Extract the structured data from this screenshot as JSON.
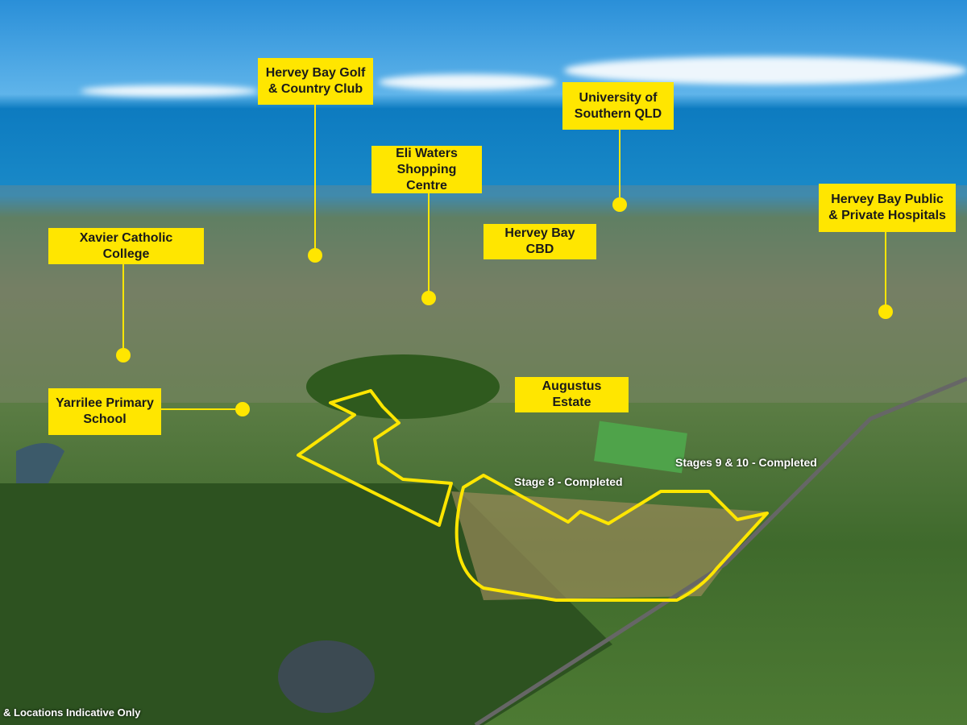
{
  "labels": {
    "golf": "Hervey Bay Golf & Country Club",
    "university": "University of Southern QLD",
    "eli_waters": "Eli Waters Shopping Centre",
    "hospitals": "Hervey Bay Public & Private Hospitals",
    "xavier": "Xavier Catholic College",
    "cbd": "Hervey Bay CBD",
    "yarrilee": "Yarrilee Primary School",
    "augustus": "Augustus Estate"
  },
  "stages": {
    "stage_9_10": "Stages 9 & 10 - Completed",
    "stage_8": "Stage 8 - Completed"
  },
  "caption": "& Locations Indicative Only",
  "colors": {
    "accent": "#ffe600"
  }
}
